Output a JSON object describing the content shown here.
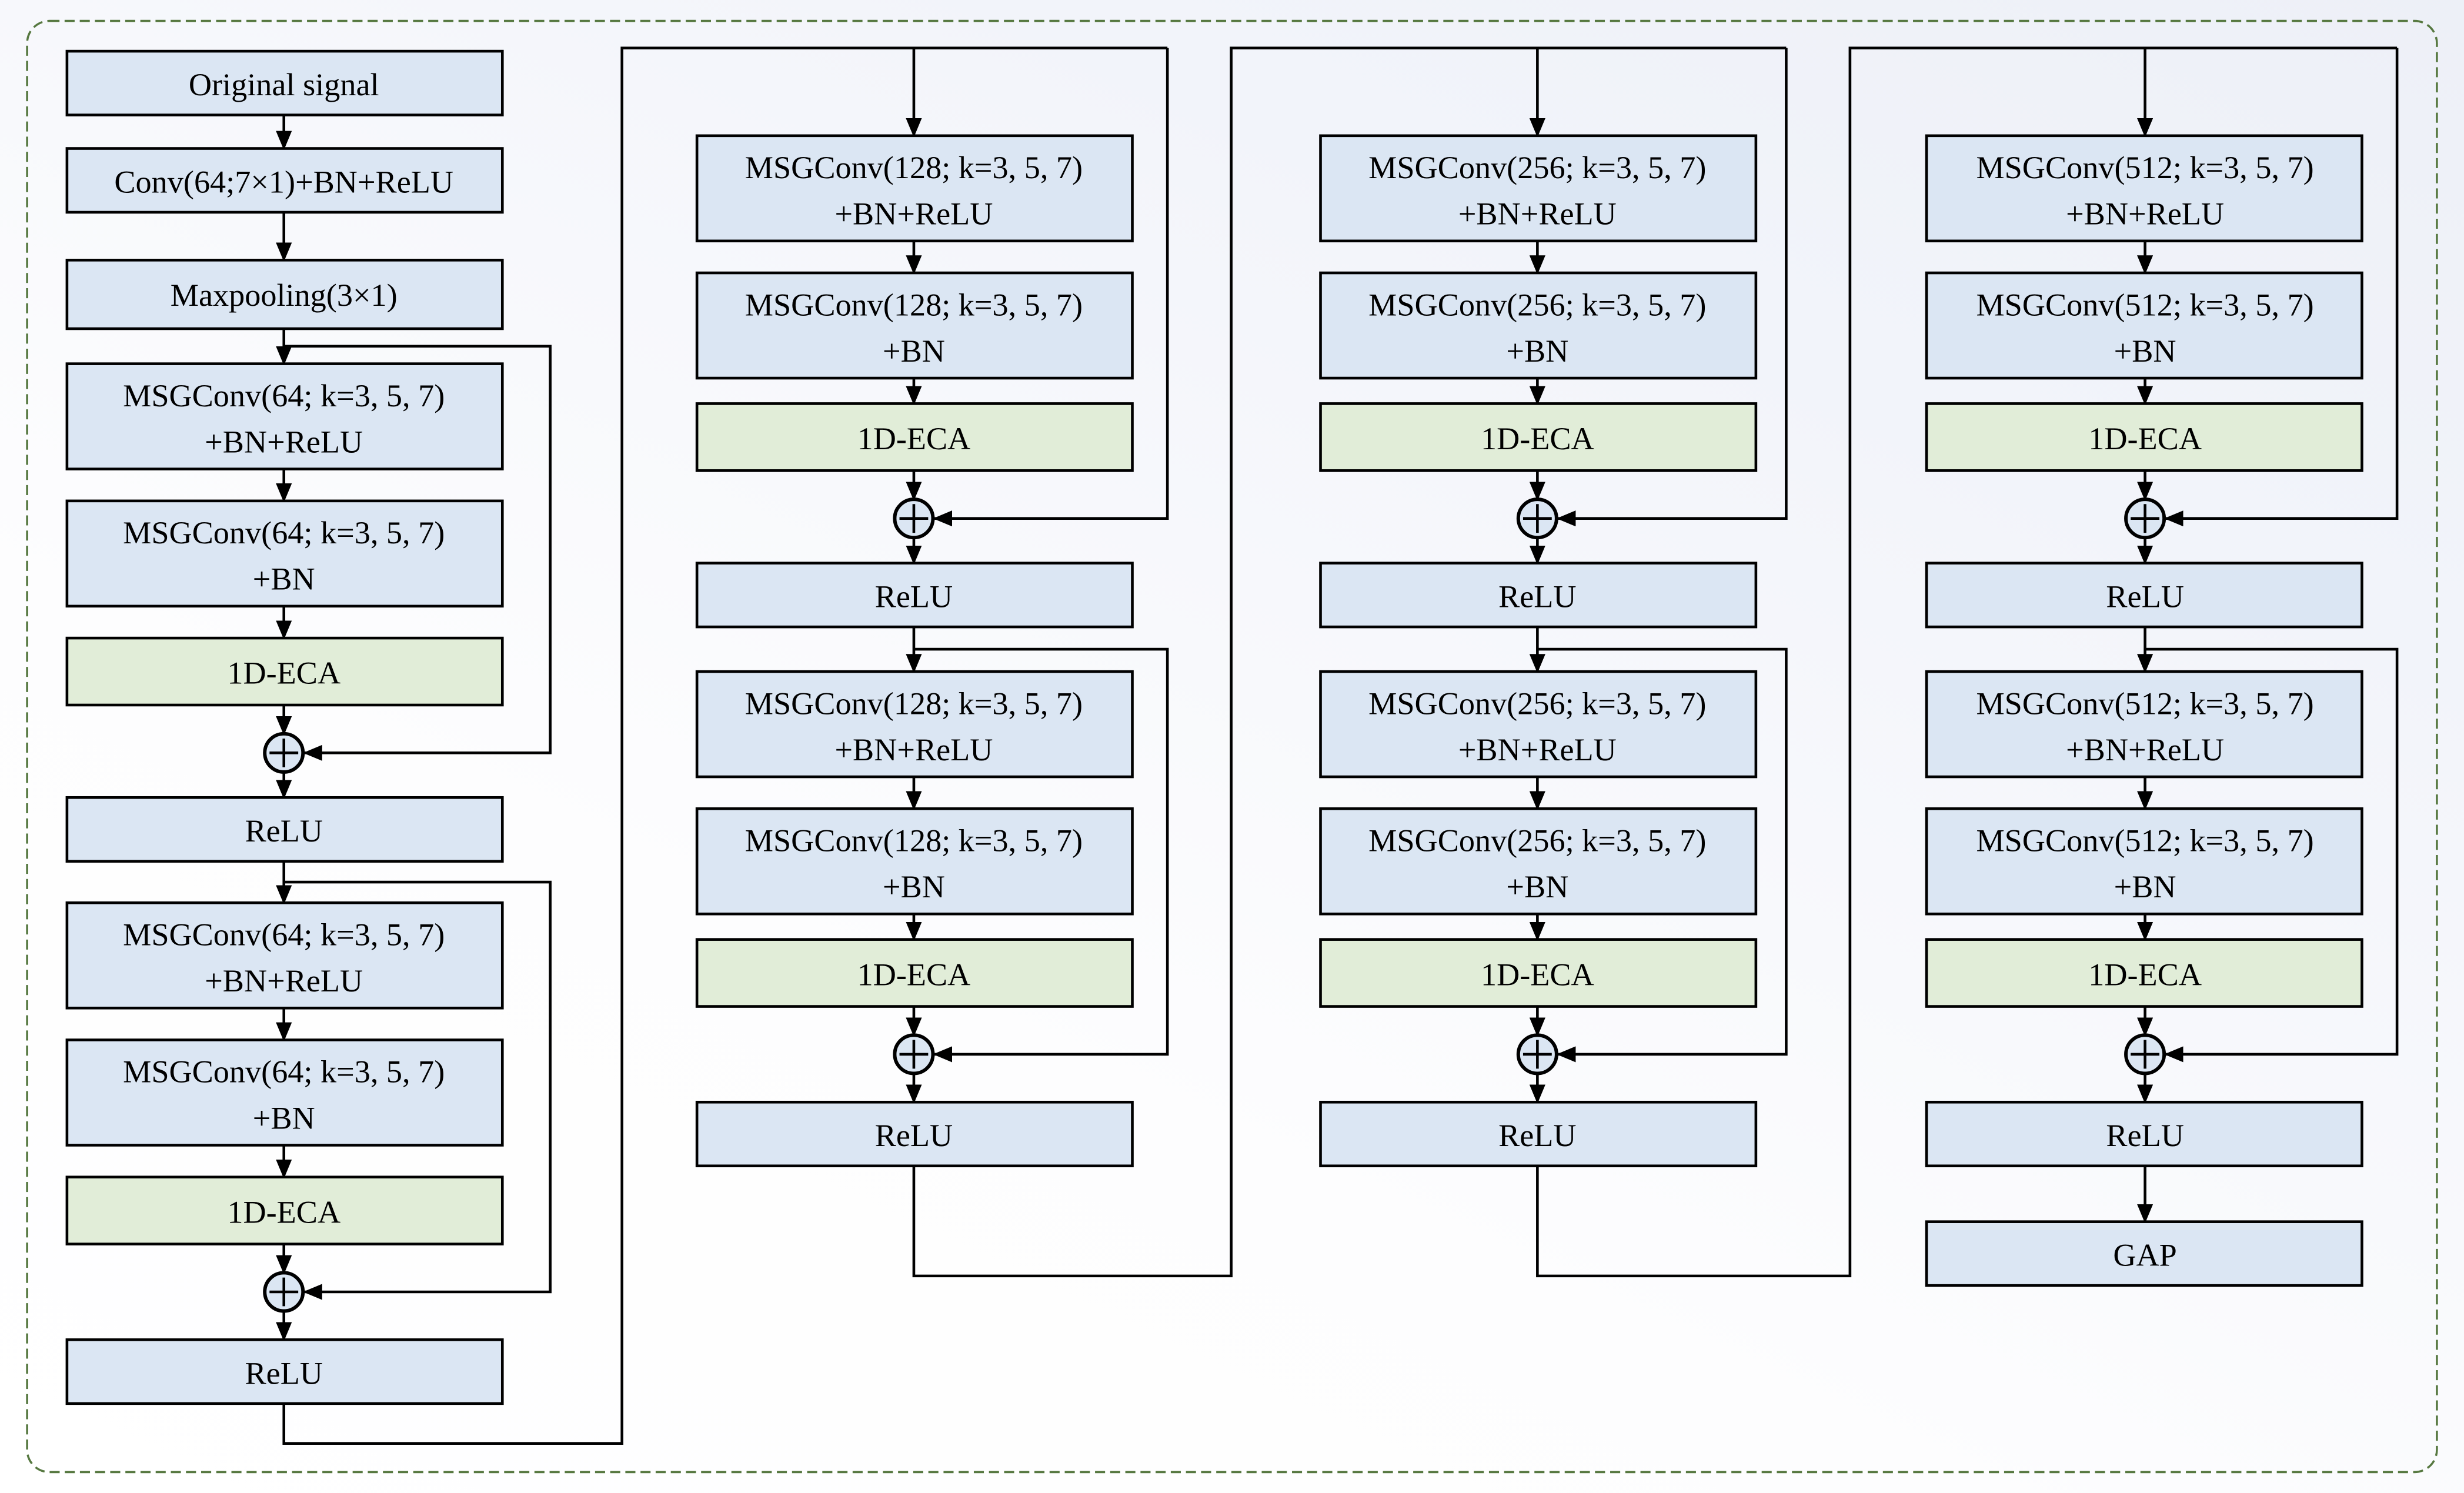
{
  "diagram": {
    "type": "neural-network-architecture-flowchart",
    "add_junction_symbol": "⊕"
  },
  "colors": {
    "box_blue": "#dbe6f3",
    "box_green": "#e1edd8",
    "junction_fill": "#dbe6f3",
    "box_border": "#000000",
    "line": "#000000",
    "outer_border_green": "#567840",
    "background_left": "#ffffff",
    "background_right": "#edf0f7"
  },
  "nodes": {
    "c1_original": {
      "label": "Original signal"
    },
    "c1_conv": {
      "label": "Conv(64;7×1)+BN+ReLU"
    },
    "c1_maxpool": {
      "label": "Maxpooling(3×1)"
    },
    "c1_msgconv1": {
      "line1": "MSGConv(64; k=3, 5, 7)",
      "line2": "+BN+ReLU"
    },
    "c1_msgconv2": {
      "line1": "MSGConv(64; k=3, 5, 7)",
      "line2": "+BN"
    },
    "c1_eca1": {
      "label": "1D-ECA"
    },
    "c1_relu1": {
      "label": "ReLU"
    },
    "c1_msgconv3": {
      "line1": "MSGConv(64; k=3, 5, 7)",
      "line2": "+BN+ReLU"
    },
    "c1_msgconv4": {
      "line1": "MSGConv(64; k=3, 5, 7)",
      "line2": "+BN"
    },
    "c1_eca2": {
      "label": "1D-ECA"
    },
    "c1_relu2": {
      "label": "ReLU"
    },
    "c2_msgconv1": {
      "line1": "MSGConv(128; k=3, 5, 7)",
      "line2": "+BN+ReLU"
    },
    "c2_msgconv2": {
      "line1": "MSGConv(128; k=3, 5, 7)",
      "line2": "+BN"
    },
    "c2_eca1": {
      "label": "1D-ECA"
    },
    "c2_relu1": {
      "label": "ReLU"
    },
    "c2_msgconv3": {
      "line1": "MSGConv(128; k=3, 5, 7)",
      "line2": "+BN+ReLU"
    },
    "c2_msgconv4": {
      "line1": "MSGConv(128; k=3, 5, 7)",
      "line2": "+BN"
    },
    "c2_eca2": {
      "label": "1D-ECA"
    },
    "c2_relu2": {
      "label": "ReLU"
    },
    "c3_msgconv1": {
      "line1": "MSGConv(256; k=3, 5, 7)",
      "line2": "+BN+ReLU"
    },
    "c3_msgconv2": {
      "line1": "MSGConv(256; k=3, 5, 7)",
      "line2": "+BN"
    },
    "c3_eca1": {
      "label": "1D-ECA"
    },
    "c3_relu1": {
      "label": "ReLU"
    },
    "c3_msgconv3": {
      "line1": "MSGConv(256; k=3, 5, 7)",
      "line2": "+BN+ReLU"
    },
    "c3_msgconv4": {
      "line1": "MSGConv(256; k=3, 5, 7)",
      "line2": "+BN"
    },
    "c3_eca2": {
      "label": "1D-ECA"
    },
    "c3_relu2": {
      "label": "ReLU"
    },
    "c4_msgconv1": {
      "line1": "MSGConv(512; k=3, 5, 7)",
      "line2": "+BN+ReLU"
    },
    "c4_msgconv2": {
      "line1": "MSGConv(512; k=3, 5, 7)",
      "line2": "+BN"
    },
    "c4_eca1": {
      "label": "1D-ECA"
    },
    "c4_relu1": {
      "label": "ReLU"
    },
    "c4_msgconv3": {
      "line1": "MSGConv(512; k=3, 5, 7)",
      "line2": "+BN+ReLU"
    },
    "c4_msgconv4": {
      "line1": "MSGConv(512; k=3, 5, 7)",
      "line2": "+BN"
    },
    "c4_eca2": {
      "label": "1D-ECA"
    },
    "c4_relu2": {
      "label": "ReLU"
    },
    "c4_gap": {
      "label": "GAP"
    }
  }
}
